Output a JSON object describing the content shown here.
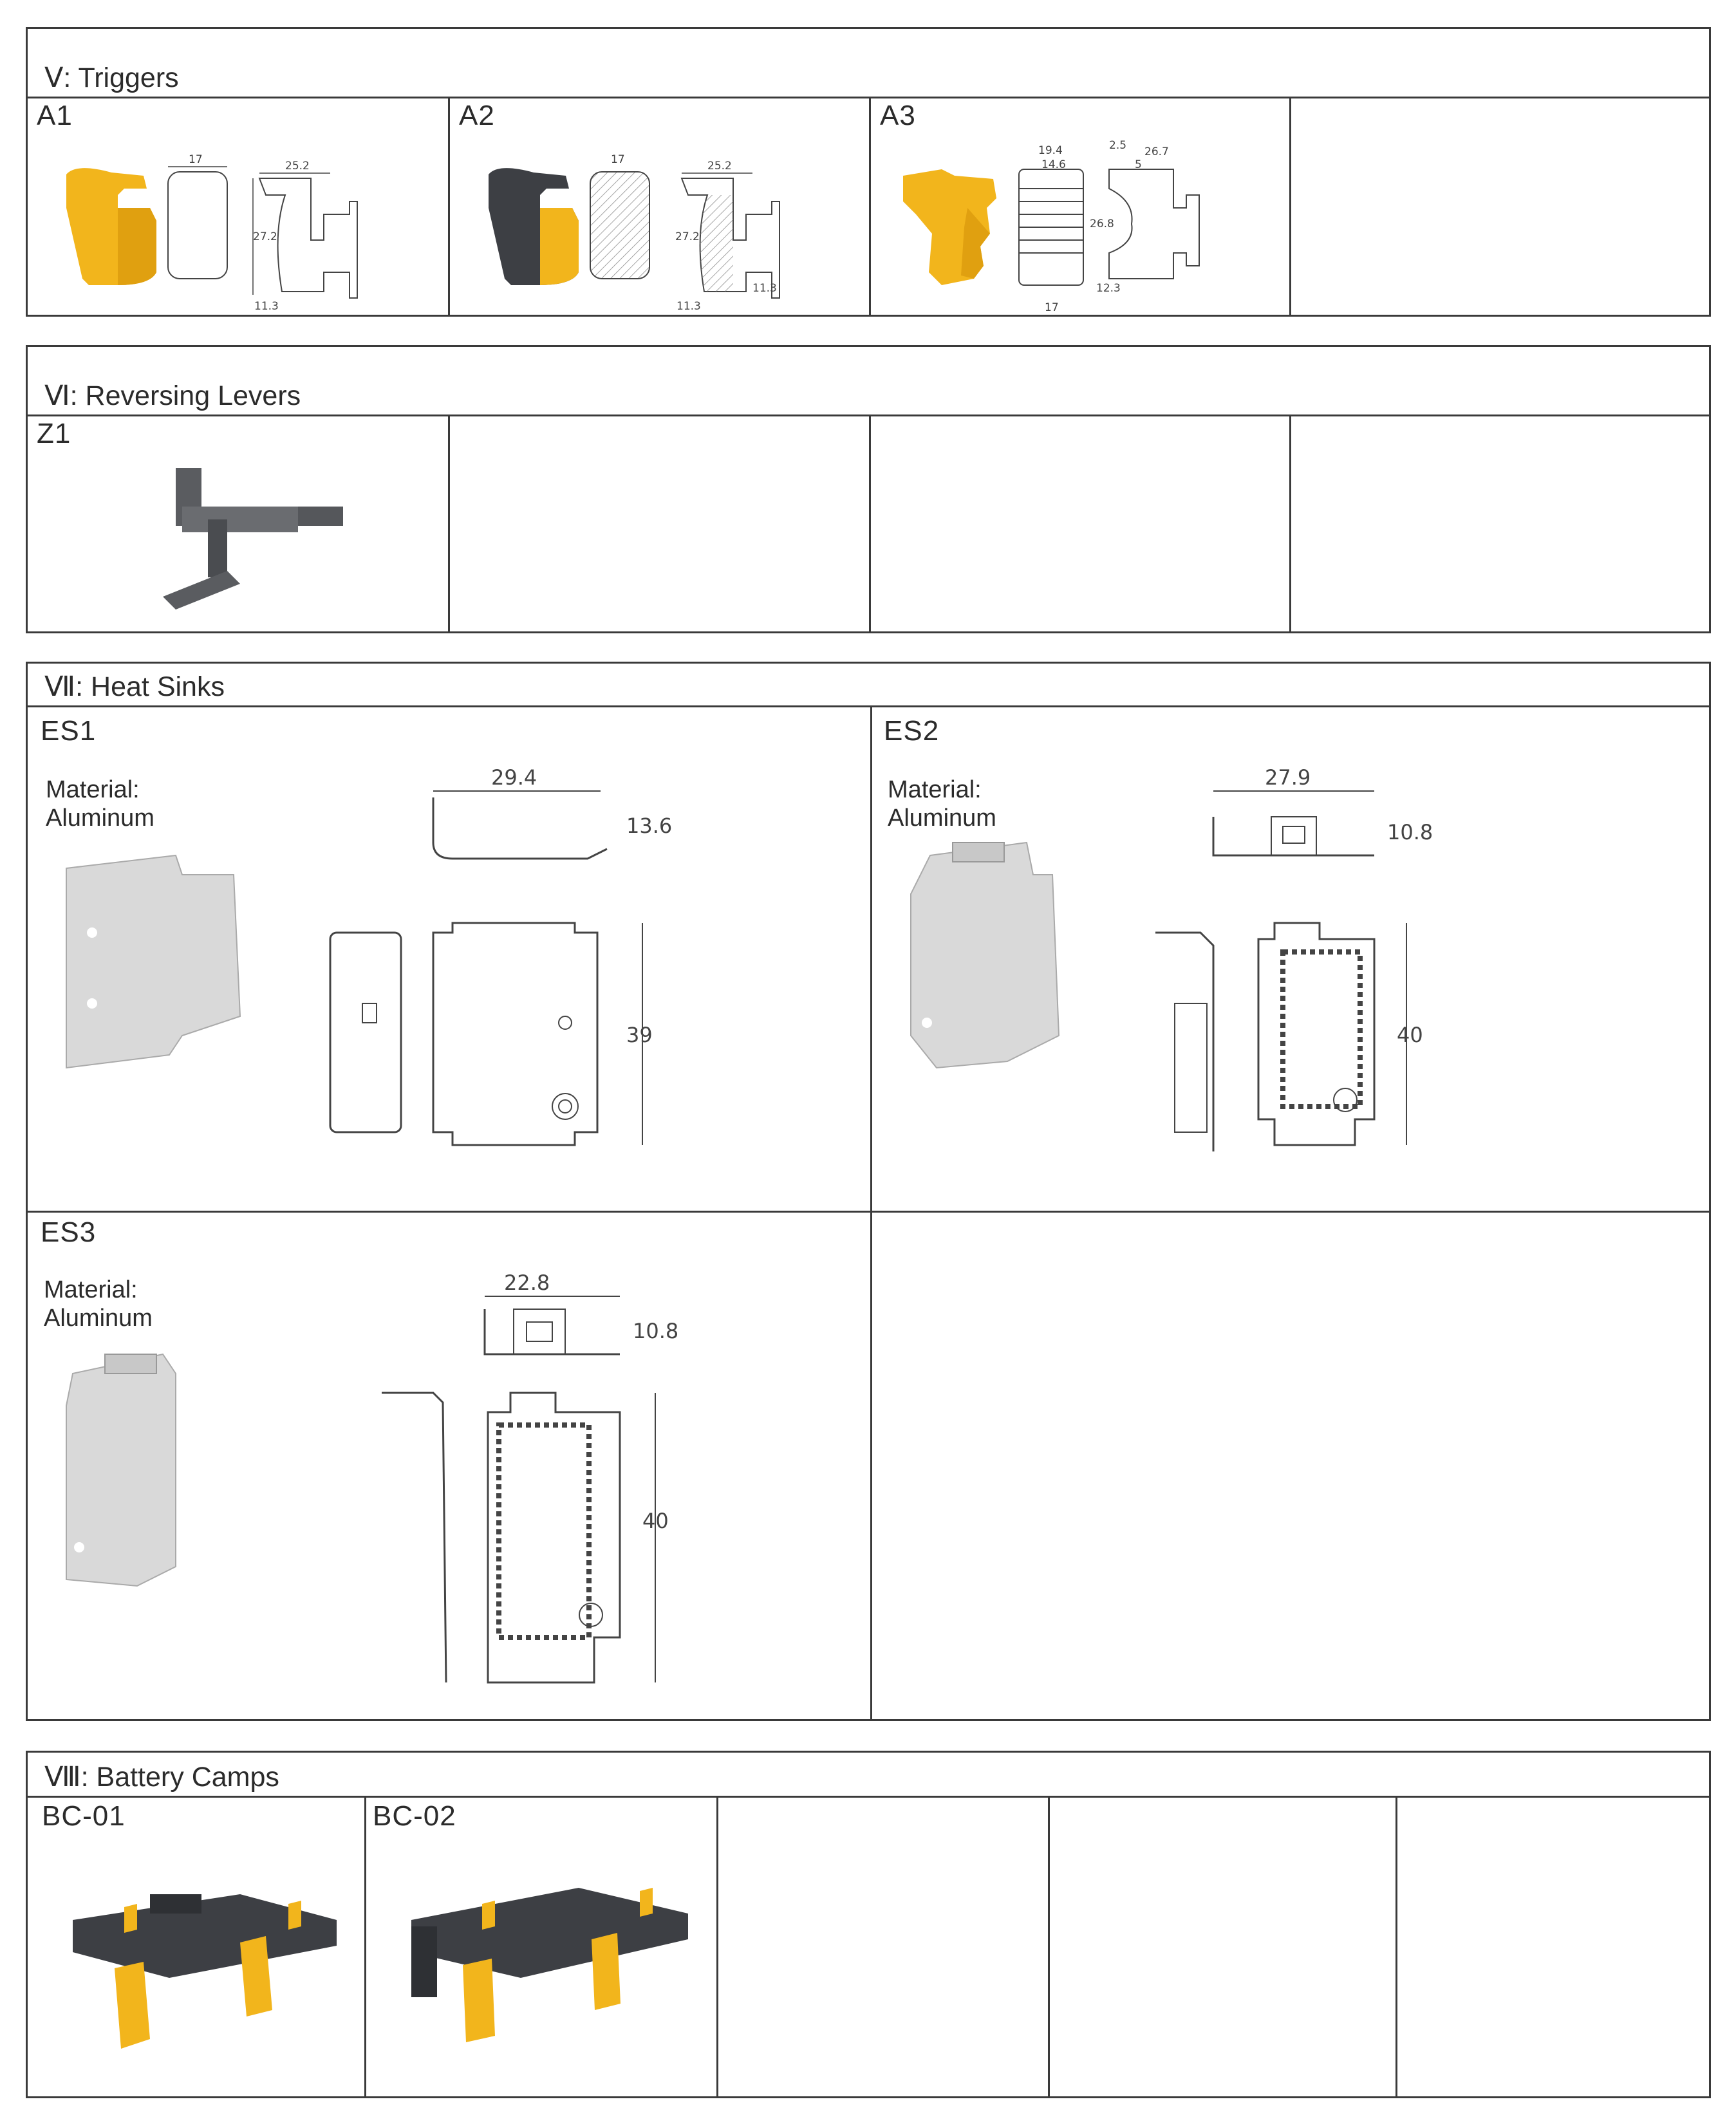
{
  "sections": {
    "triggers": {
      "title": "Ⅴ: Triggers",
      "items": [
        {
          "code": "A1",
          "dims": [
            "17",
            "25.2",
            "27.2",
            "11.3"
          ]
        },
        {
          "code": "A2",
          "dims": [
            "17",
            "25.2",
            "27.2",
            "11.3",
            "11.3"
          ]
        },
        {
          "code": "A3",
          "dims": [
            "19.4",
            "14.6",
            "2.5",
            "26.7",
            "5",
            "26.8",
            "12.3",
            "17"
          ]
        }
      ]
    },
    "levers": {
      "title": "Ⅵ: Reversing Levers",
      "items": [
        {
          "code": "Z1"
        }
      ]
    },
    "heat_sinks": {
      "title": "Ⅶ: Heat Sinks",
      "items": [
        {
          "code": "ES1",
          "material_label": "Material:",
          "material": "Aluminum",
          "width": "29.4",
          "depth": "13.6",
          "height": "39"
        },
        {
          "code": "ES2",
          "material_label": "Material:",
          "material": "Aluminum",
          "width": "27.9",
          "depth": "10.8",
          "height": "40"
        },
        {
          "code": "ES3",
          "material_label": "Material:",
          "material": "Aluminum",
          "width": "22.8",
          "depth": "10.8",
          "height": "40"
        }
      ]
    },
    "battery_camps": {
      "title": "Ⅷ: Battery Camps",
      "items": [
        {
          "code": "BC-01"
        },
        {
          "code": "BC-02"
        }
      ]
    }
  },
  "colors": {
    "border": "#3a3a3a",
    "trigger_yellow": "#f2b51c",
    "dark_grey": "#3d3f44",
    "aluminum": "#d9d9d9"
  }
}
